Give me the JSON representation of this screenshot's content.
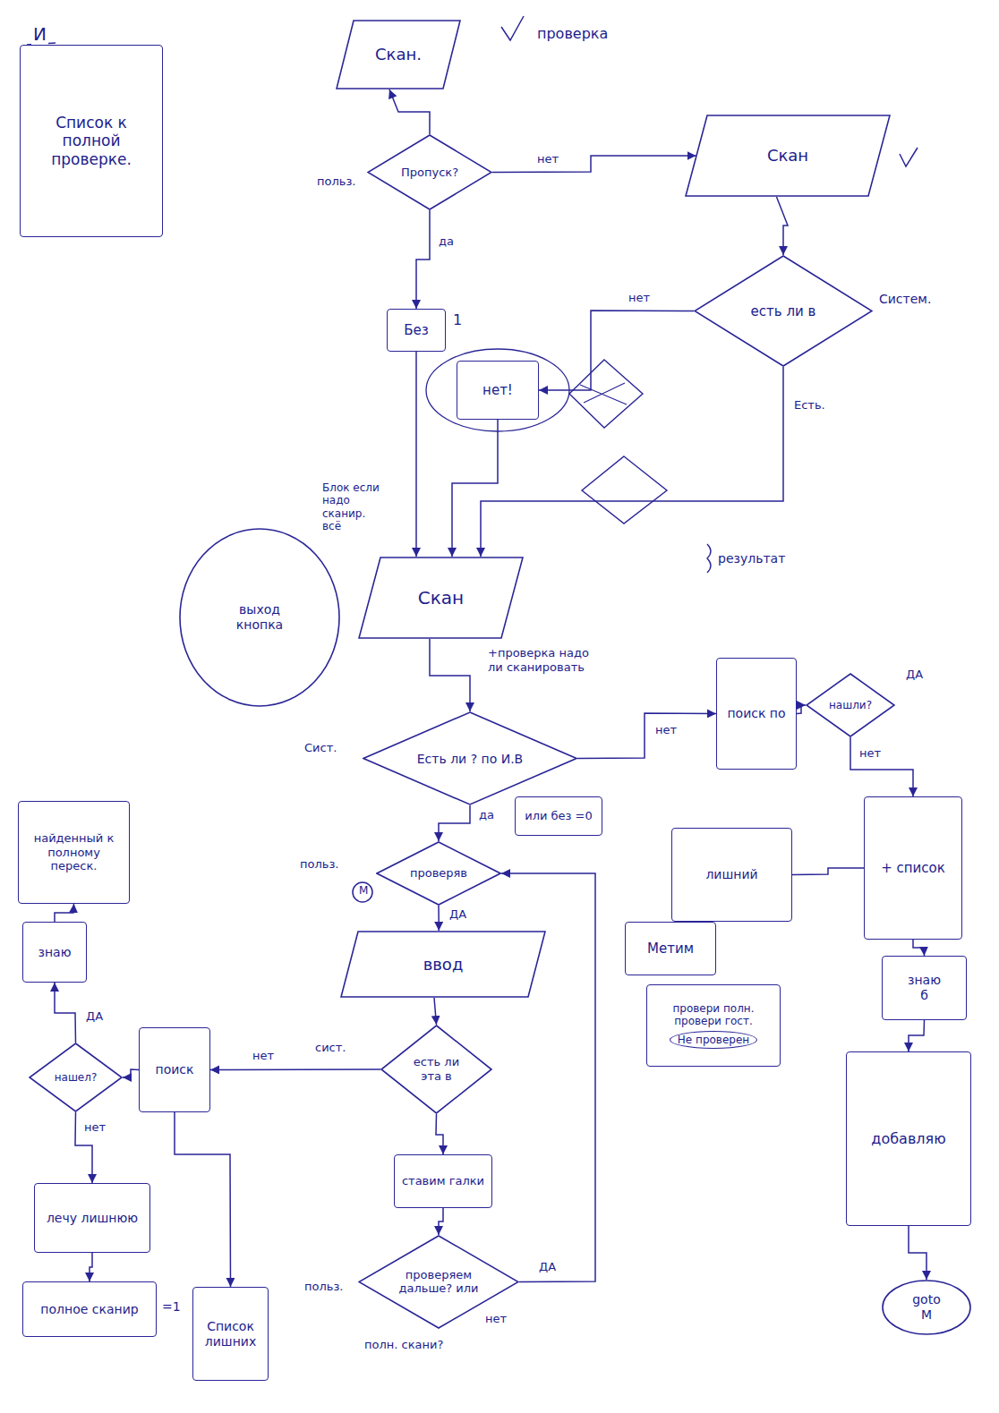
{
  "diagram": {
    "nodes": [
      {
        "text": [
          "Список к полной проверке."
        ]
      },
      {
        "text": [
          "Скан."
        ]
      },
      {
        "text": [
          "Пропуск?"
        ]
      },
      {
        "text": [
          "Скан"
        ]
      },
      {
        "text": [
          "есть ли в"
        ]
      },
      {
        "text": [
          "Без"
        ]
      },
      {
        "text": [
          "нет!"
        ]
      },
      {
        "text": [
          "Скан"
        ]
      },
      {
        "text": [
          "выход",
          "кнопка"
        ]
      },
      {
        "text": [
          "Есть ли ? по И.В"
        ]
      },
      {
        "text": [
          "или без =0"
        ]
      },
      {
        "text": [
          "проверяв"
        ]
      },
      {
        "text": [
          "ввод"
        ]
      },
      {
        "text": [
          "есть ли эта в"
        ]
      },
      {
        "text": [
          "ставим галки"
        ]
      },
      {
        "text": [
          "проверяем дальше? или"
        ]
      },
      {
        "text": [
          "поиск по"
        ]
      },
      {
        "text": [
          "нашли?"
        ]
      },
      {
        "text": [
          "лишний"
        ]
      },
      {
        "text": [
          "+ список"
        ]
      },
      {
        "text": [
          "знаю",
          "б"
        ]
      },
      {
        "text": [
          "добавляю"
        ]
      },
      {
        "text": [
          "Метим"
        ]
      },
      {
        "text": [
          "провери полн.",
          "провери гост.",
          "Не проверен"
        ]
      },
      {
        "text": [
          "goto",
          "М"
        ]
      },
      {
        "text": [
          "найденный к полному переск."
        ]
      },
      {
        "text": [
          "знаю"
        ]
      },
      {
        "text": [
          "нашел?"
        ]
      },
      {
        "text": [
          "поиск"
        ]
      },
      {
        "text": [
          "лечу лишнюю"
        ]
      },
      {
        "text": [
          "полное сканир"
        ]
      },
      {
        "text": [
          "Список лишних"
        ]
      }
    ],
    "edges": [
      {
        "from": 2,
        "to": 1,
        "arrow": "to"
      },
      {
        "from": 2,
        "to": 3,
        "label": "нет",
        "arrow": "to"
      },
      {
        "from": 2,
        "to": 5,
        "label": "да",
        "arrow": "to"
      },
      {
        "from": 3,
        "to": 4,
        "arrow": "to"
      },
      {
        "from": 4,
        "to": 6,
        "label": "нет",
        "arrow": "to"
      },
      {
        "from": 4,
        "to": 7,
        "label": "Есть.",
        "arrow": "to"
      },
      {
        "from": 5,
        "to": 7,
        "arrow": "to"
      },
      {
        "from": 6,
        "to": 7,
        "arrow": "to"
      },
      {
        "from": 7,
        "to": 9,
        "arrow": "to"
      },
      {
        "from": 9,
        "to": 16,
        "label": "нет",
        "arrow": "to"
      },
      {
        "from": 9,
        "to": 11,
        "label": "да",
        "arrow": "to"
      },
      {
        "from": 11,
        "to": 12,
        "label": "ДА",
        "arrow": "to"
      },
      {
        "from": 12,
        "to": 13,
        "arrow": "to"
      },
      {
        "from": 13,
        "to": 14,
        "arrow": "to"
      },
      {
        "from": 13,
        "to": 28,
        "label": "нет",
        "arrow": "to"
      },
      {
        "from": 14,
        "to": 15,
        "arrow": "to"
      },
      {
        "from": 15,
        "to": 11,
        "label": "ДА",
        "arrow": "to"
      },
      {
        "from": 16,
        "to": 17,
        "arrow": "to"
      },
      {
        "from": 17,
        "to": 19,
        "label": "нет",
        "arrow": "to"
      },
      {
        "from": 19,
        "to": 20,
        "arrow": "to"
      },
      {
        "from": 20,
        "to": 21,
        "arrow": "to"
      },
      {
        "from": 21,
        "to": 24,
        "arrow": "to"
      },
      {
        "from": 28,
        "to": 27,
        "arrow": "to"
      },
      {
        "from": 27,
        "to": 26,
        "label": "ДА",
        "arrow": "to"
      },
      {
        "from": 26,
        "to": 25,
        "arrow": "to"
      },
      {
        "from": 27,
        "to": 29,
        "label": "нет",
        "arrow": "to"
      },
      {
        "from": 29,
        "to": 30,
        "arrow": "to"
      },
      {
        "from": 18,
        "to": 19,
        "arrow": "none"
      },
      {
        "from": 28,
        "to": 31,
        "arrow": "to"
      }
    ],
    "labels": [
      "И",
      "проверка",
      "польз.",
      "Систем.",
      "1",
      "Блок если надо сканир. всё",
      "+проверка надо ли сканировать",
      "Сист.",
      "польз.",
      "сист.",
      "польз.",
      "полн. скани?",
      "результат",
      "ДА",
      "=1",
      "М",
      "нет"
    ]
  }
}
